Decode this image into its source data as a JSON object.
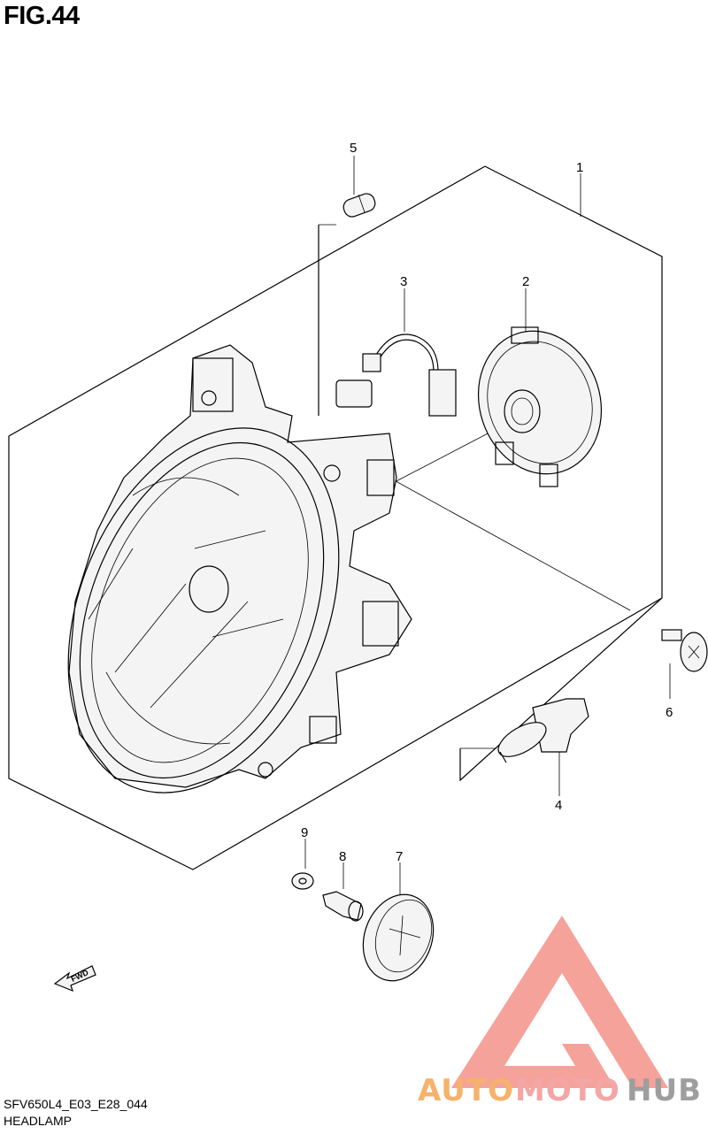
{
  "figure": {
    "title": "FIG.44",
    "code": "SFV650L4_E03_E28_044",
    "name": "HEADLAMP",
    "fwd_label": "FWD"
  },
  "callouts": [
    "1",
    "2",
    "3",
    "4",
    "5",
    "6",
    "7",
    "8",
    "9"
  ],
  "logo": {
    "word_auto": "AUTO",
    "word_moto": "MOTO",
    "word_hub": "HUB",
    "color_auto": "#f6b26b",
    "color_moto": "#f4a6a6",
    "color_hub": "#9e9e9e",
    "color_mark": "#f28b82"
  }
}
